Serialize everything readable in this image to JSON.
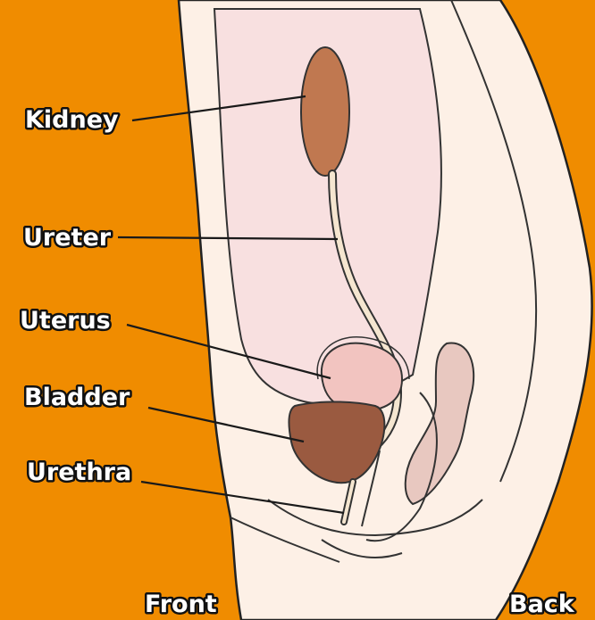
{
  "labels": {
    "kidney": "Kidney",
    "ureter": "Ureter",
    "uterus": "Uterus",
    "bladder": "Bladder",
    "urethra": "Urethra",
    "front": "Front",
    "back": "Back"
  },
  "colors": {
    "background": "#f08c00",
    "body_fill": "#fdf0e6",
    "abdominal_cavity": "#f8e0e0",
    "kidney": "#c07850",
    "uterus": "#f2c4c0",
    "bladder": "#9a5a40",
    "outline": "#222222"
  }
}
